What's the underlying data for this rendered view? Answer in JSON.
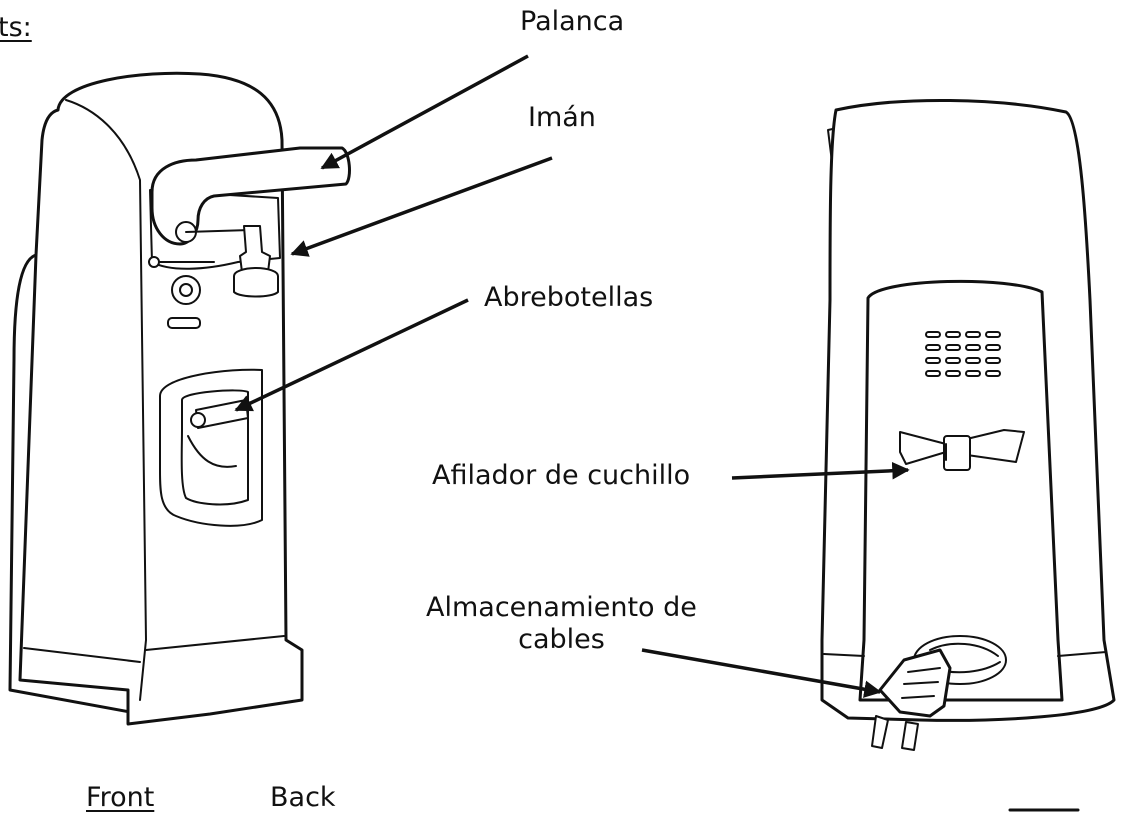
{
  "header": {
    "partial_heading": "ts:"
  },
  "callouts": {
    "lever": "Palanca",
    "magnet": "Imán",
    "bottle_opener": "Abrebotellas",
    "knife_sharpener": "Afilador de cuchillo",
    "cord_storage": "Almacenamiento de\ncables"
  },
  "captions": {
    "front": "Front",
    "back": "Back"
  },
  "colors": {
    "ink": "#111111",
    "paper": "#ffffff"
  }
}
